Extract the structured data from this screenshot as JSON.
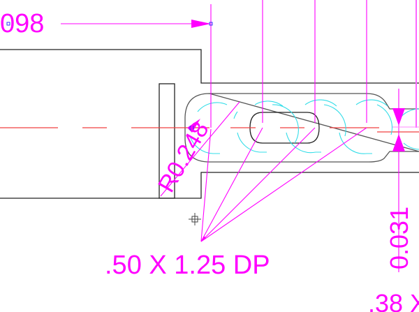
{
  "drawing": {
    "type": "CAD detail view",
    "colors": {
      "geometry": "#222222",
      "centerline": "#f04040",
      "toolpath": "#33dde8",
      "dimension": "#ff00ff",
      "grip": "#3333ff"
    },
    "dimensions": {
      "top_left_value": "098",
      "radius_label": "R0.248",
      "leader_note": ".50 X 1.25 DP",
      "vertical_value": "0.031",
      "bottom_right_partial": ".38 X"
    }
  }
}
